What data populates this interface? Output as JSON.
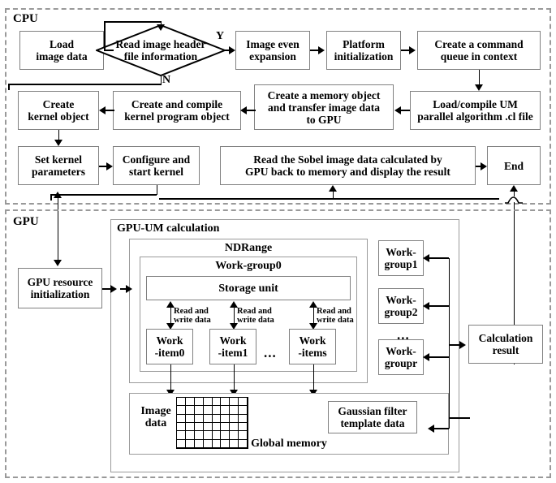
{
  "regions": {
    "cpu": {
      "label": "CPU"
    },
    "gpu": {
      "label": "GPU"
    }
  },
  "cpu": {
    "nodes": {
      "load_image_data": "Load\nimage data",
      "read_header": "Read image header\nfile information",
      "image_even_expansion": "Image even\nexpansion",
      "platform_init": "Platform\ninitialization",
      "create_command_queue": "Create a command\nqueue in context",
      "load_compile_um": "Load/compile UM\nparallel algorithm .cl file",
      "create_memory_object": "Create a memory object\nand transfer image data\nto GPU",
      "create_compile_kernel_program": "Create and compile\nkernel program object",
      "create_kernel_object": "Create\nkernel object",
      "set_kernel_parameters": "Set kernel\nparameters",
      "configure_start_kernel": "Configure and\nstart kernel",
      "read_sobel_back": "Read the Sobel image data calculated by\nGPU back to memory and display the result",
      "end": "End"
    },
    "edge_labels": {
      "yes": "Y",
      "no": "N"
    }
  },
  "gpu": {
    "nodes": {
      "gpu_resource_init": "GPU resource\ninitialization",
      "calculation_result": "Calculation\nresult"
    },
    "containers": {
      "gpu_um_calculation": "GPU-UM calculation",
      "ndrange": "NDRange",
      "work_group0": "Work-group0",
      "storage_unit": "Storage unit",
      "global_memory": "Global memory"
    },
    "work_items": [
      {
        "label": "Work\n-item0"
      },
      {
        "label": "Work\n-item1"
      },
      {
        "label": "Work\n-items"
      }
    ],
    "work_items_ellipsis": "...",
    "work_groups": [
      {
        "label": "Work-\ngroup1"
      },
      {
        "label": "Work-\ngroup2"
      },
      {
        "label": "Work-\ngroupr"
      }
    ],
    "work_groups_ellipsis": "...",
    "read_write_labels": [
      "Read and\nwrite data",
      "Read and\nwrite data",
      "Read and\nwrite data"
    ],
    "memory": {
      "image_data": "Image\ndata",
      "gaussian_filter": "Gaussian filter\ntemplate data",
      "grid_cols": 8,
      "grid_rows": 6
    }
  },
  "colors": {
    "stroke": "#000000",
    "box_border": "#808080",
    "region_border": "#999999",
    "background": "#ffffff"
  }
}
